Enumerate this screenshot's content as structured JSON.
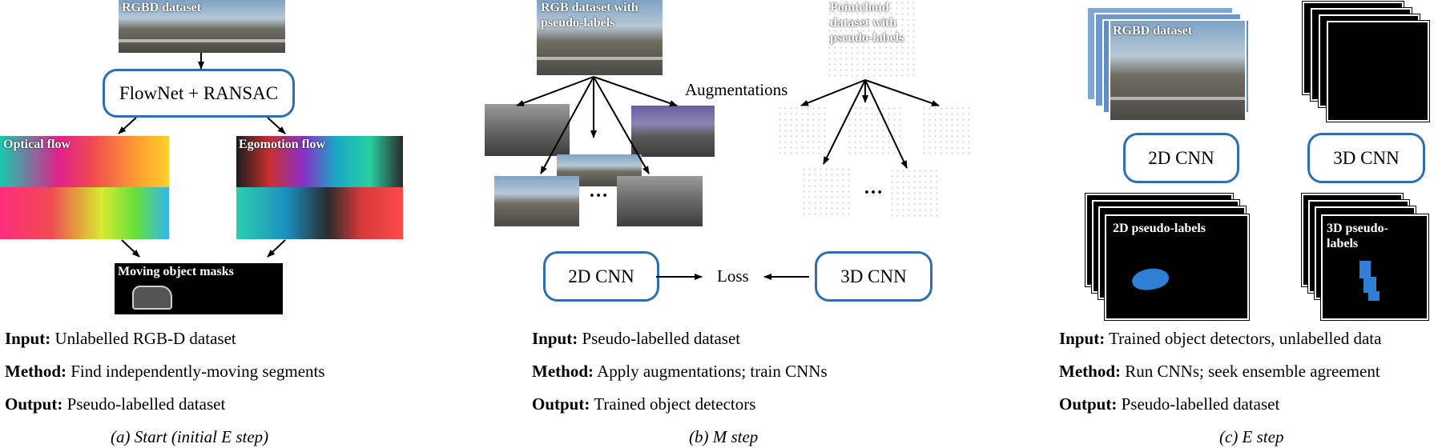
{
  "panel_a": {
    "dataset_caption": "RGBD dataset",
    "process_box": "FlowNet + RANSAC",
    "optical_flow_caption": "Optical flow",
    "egomotion_flow_caption": "Egomotion flow",
    "masks_caption": "Moving object masks",
    "input_label": "Input:",
    "input_text": "Unlabelled RGB-D dataset",
    "method_label": "Method:",
    "method_text": "Find independently-moving segments",
    "output_label": "Output:",
    "output_text": "Pseudo-labelled dataset",
    "subcaption": "(a) Start (initial E step)"
  },
  "panel_b": {
    "rgb_caption": "RGB dataset with pseudo-labels",
    "pointcloud_caption": "Pointcloud dataset with pseudo-labels",
    "augmentations_label": "Augmentations",
    "ellipsis": "…",
    "cnn2d_box": "2D CNN",
    "loss_label": "Loss",
    "cnn3d_box": "3D CNN",
    "input_label": "Input:",
    "input_text": "Pseudo-labelled dataset",
    "method_label": "Method:",
    "method_text": "Apply augmentations; train CNNs",
    "output_label": "Output:",
    "output_text": "Trained object detectors",
    "subcaption": "(b) M step"
  },
  "panel_c": {
    "rgb_caption": "RGBD dataset",
    "cnn2d_box": "2D CNN",
    "cnn3d_box": "3D CNN",
    "pl2d_caption": "2D pseudo-labels",
    "pl3d_caption": "3D pseudo-labels",
    "input_label": "Input:",
    "input_text": "Trained object detectors, unlabelled data",
    "method_label": "Method:",
    "method_text": "Run CNNs; seek ensemble agreement",
    "output_label": "Output:",
    "output_text": "Pseudo-labelled dataset",
    "subcaption": "(c) E step"
  },
  "colors": {
    "box_border": "#2d6fb2",
    "pseudo_label_blob": "#2f7fd4"
  }
}
